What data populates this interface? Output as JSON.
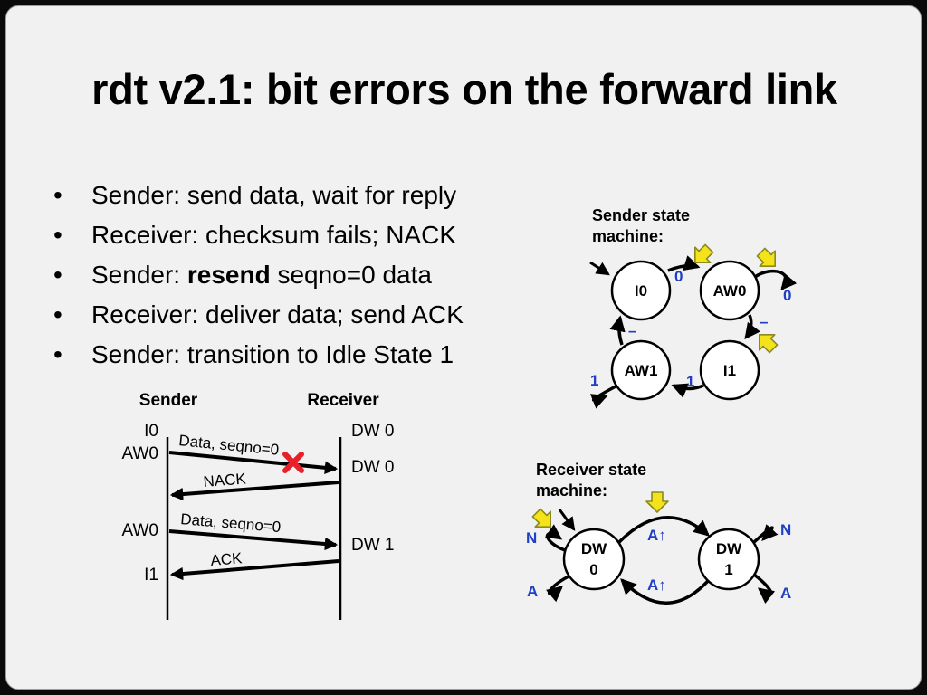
{
  "slide": {
    "title": "rdt v2.1: bit errors on the forward link",
    "bullets": [
      {
        "prefix": "Sender: send data, wait for reply",
        "bold": "",
        "suffix": ""
      },
      {
        "prefix": "Receiver: checksum fails; NACK",
        "bold": "",
        "suffix": ""
      },
      {
        "prefix": "Sender: ",
        "bold": "resend",
        "suffix": " seqno=0 data"
      },
      {
        "prefix": "Receiver: deliver data; send ACK",
        "bold": "",
        "suffix": ""
      },
      {
        "prefix": "Sender: transition to Idle State 1",
        "bold": "",
        "suffix": ""
      }
    ],
    "bullet_glyph": "•"
  },
  "timeline": {
    "sender_header": "Sender",
    "receiver_header": "Receiver",
    "sender_states": [
      "I0",
      "AW0",
      "AW0",
      "I1"
    ],
    "receiver_states": [
      "DW 0",
      "DW 0",
      "DW 1"
    ],
    "messages": [
      "Data, seqno=0",
      "NACK",
      "Data, seqno=0",
      "ACK"
    ],
    "lost_marker_color": "#e8202a"
  },
  "sender_fsm": {
    "title_line1": "Sender state",
    "title_line2": "machine:",
    "states": [
      "I0",
      "AW0",
      "I1",
      "AW1"
    ],
    "labels": {
      "i0_to_aw0": "0",
      "aw0_self": "0",
      "aw0_to_i1": "–",
      "aw1_to_i0": "–",
      "aw1_self": "1",
      "i1_to_aw1": "1"
    }
  },
  "receiver_fsm": {
    "title_line1": "Receiver state",
    "title_line2": "machine:",
    "states": [
      [
        "DW",
        "0"
      ],
      [
        "DW",
        "1"
      ]
    ],
    "labels": {
      "dw0_nack": "N",
      "dw0_ack": "A",
      "top": "A↑",
      "bottom": "A↑",
      "dw1_nack": "N",
      "dw1_ack": "A"
    }
  },
  "colors": {
    "label_blue": "#1f3fc4",
    "marker_yellow": "#f4e21a",
    "marker_outline": "#8a8a20"
  }
}
